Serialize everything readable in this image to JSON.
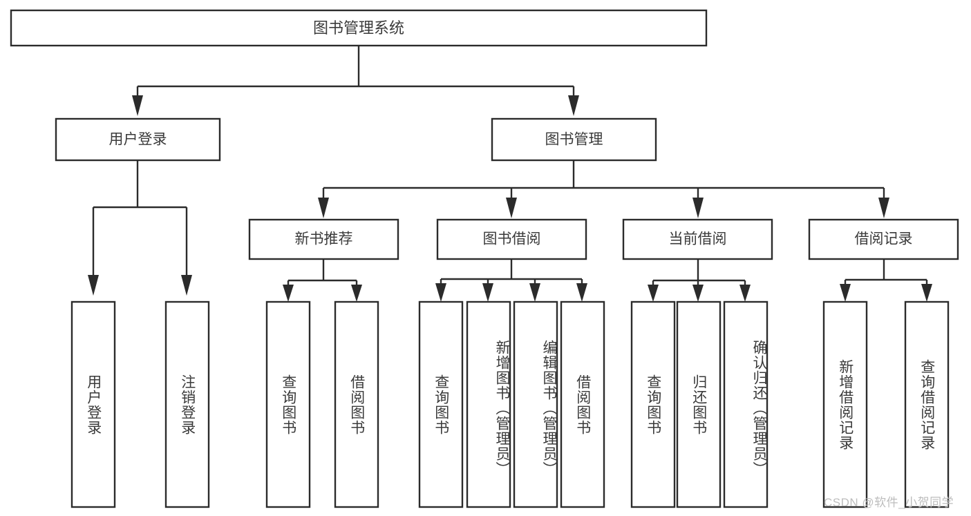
{
  "diagram": {
    "title": "图书管理系统",
    "type": "tree-hierarchy-chart",
    "colors": {
      "background": "#ffffff",
      "box_stroke": "#2b2b2b",
      "box_fill": "#ffffff",
      "text": "#3a3a3a",
      "watermark": "#bdbdbd"
    },
    "root": {
      "label": "图书管理系统"
    },
    "level2": [
      {
        "label": "用户登录"
      },
      {
        "label": "图书管理"
      }
    ],
    "level3": [
      {
        "label": "新书推荐"
      },
      {
        "label": "图书借阅"
      },
      {
        "label": "当前借阅"
      },
      {
        "label": "借阅记录"
      }
    ],
    "leaves": {
      "user_login": [
        {
          "label": "用户登录"
        },
        {
          "label": "注销登录"
        }
      ],
      "new_book_recommend": [
        {
          "label": "查询图书"
        },
        {
          "label": "借阅图书"
        }
      ],
      "book_borrow": [
        {
          "label": "查询图书"
        },
        {
          "label": "新增图书（管理员）"
        },
        {
          "label": "编辑图书（管理员）"
        },
        {
          "label": "借阅图书"
        }
      ],
      "current_borrow": [
        {
          "label": "查询图书"
        },
        {
          "label": "归还图书"
        },
        {
          "label": "确认归还（管理员）"
        }
      ],
      "borrow_record": [
        {
          "label": "新增借阅记录"
        },
        {
          "label": "查询借阅记录"
        }
      ]
    }
  },
  "watermark": {
    "text": "CSDN @软件_小贺同学"
  }
}
